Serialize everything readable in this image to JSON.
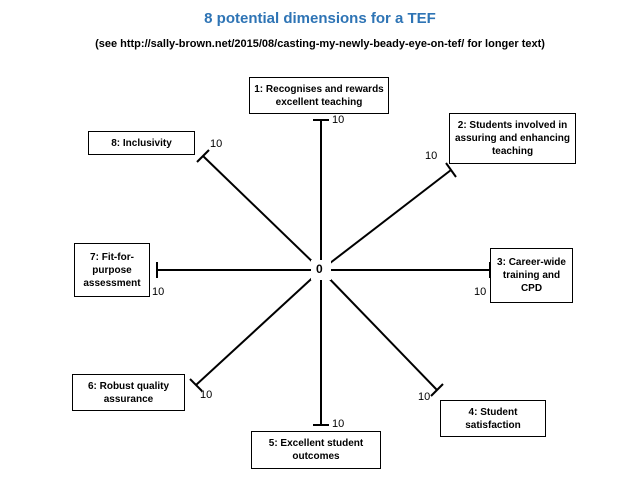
{
  "title": {
    "text": "8 potential dimensions for a TEF",
    "color": "#2e74b5"
  },
  "subtitle": "(see http://sally-brown.net/2015/08/casting-my-newly-beady-eye-on-tef/  for longer text)",
  "origin_label": "0",
  "scale_max_label": "10",
  "dimensions": [
    {
      "label": "1: Recognises and rewards excellent teaching"
    },
    {
      "label": "2: Students involved in assuring and enhancing teaching"
    },
    {
      "label": "3: Career-wide training and CPD"
    },
    {
      "label": "4: Student satisfaction"
    },
    {
      "label": "5: Excellent student outcomes"
    },
    {
      "label": "6: Robust quality assurance"
    },
    {
      "label": "7: Fit-for-purpose assessment"
    },
    {
      "label": "8: Inclusivity"
    }
  ]
}
